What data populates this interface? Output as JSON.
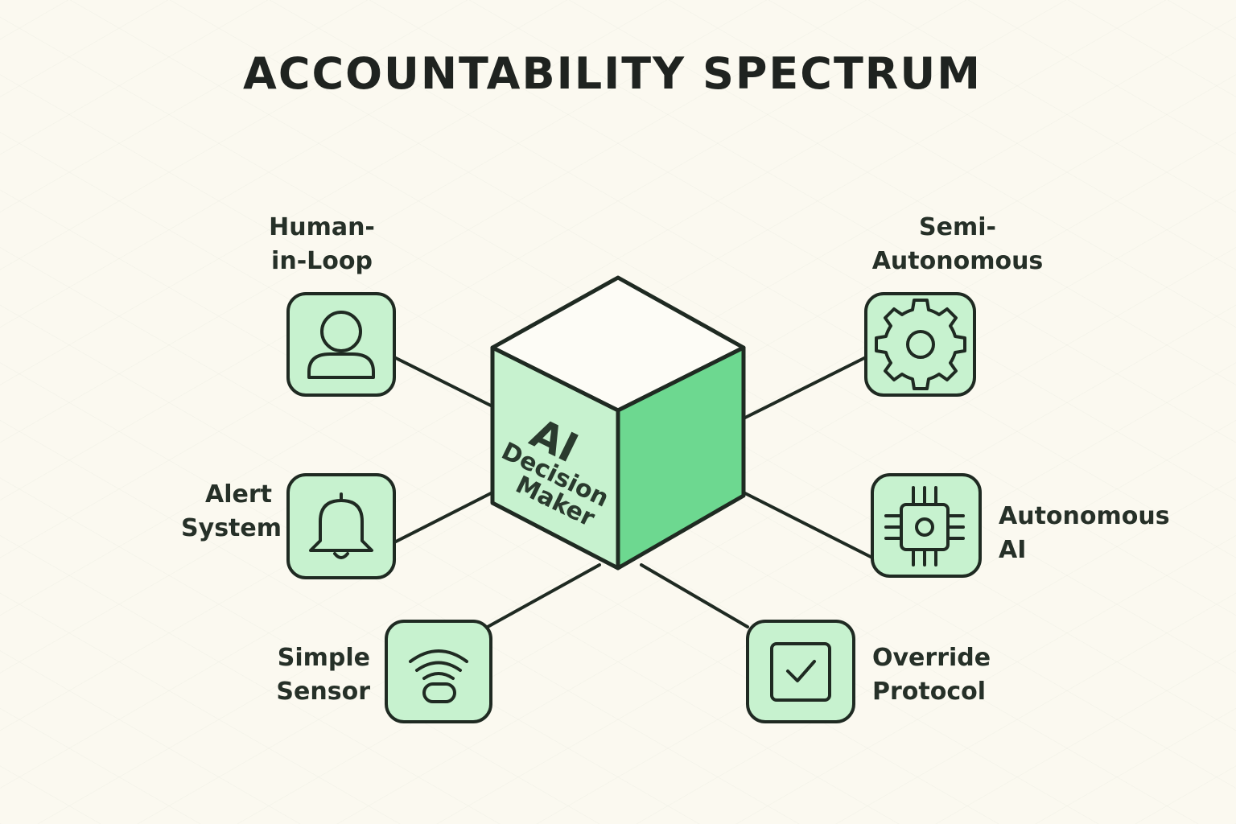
{
  "title": "ACCOUNTABILITY SPECTRUM",
  "center": {
    "line1": "AI",
    "line2": "Decision",
    "line3": "Maker"
  },
  "colors": {
    "background": "#fbf9f0",
    "node_fill": "#c7f2cf",
    "cube_front": "#c7f2cf",
    "cube_side": "#6dd890",
    "cube_top": "#fdfcf6",
    "stroke": "#1f2a22"
  },
  "nodes": [
    {
      "id": "human-in-loop",
      "line1": "Human-",
      "line2": "in-Loop",
      "icon": "person-icon"
    },
    {
      "id": "alert-system",
      "line1": "Alert",
      "line2": "System",
      "icon": "bell-icon"
    },
    {
      "id": "simple-sensor",
      "line1": "Simple",
      "line2": "Sensor",
      "icon": "wireless-sensor-icon"
    },
    {
      "id": "semi-autonomous",
      "line1": "Semi-",
      "line2": "Autonomous",
      "icon": "gear-icon"
    },
    {
      "id": "autonomous-ai",
      "line1": "Autonomous",
      "line2": "AI",
      "icon": "chip-icon"
    },
    {
      "id": "override-protocol",
      "line1": "Override",
      "line2": "Protocol",
      "icon": "checkbox-icon"
    }
  ]
}
